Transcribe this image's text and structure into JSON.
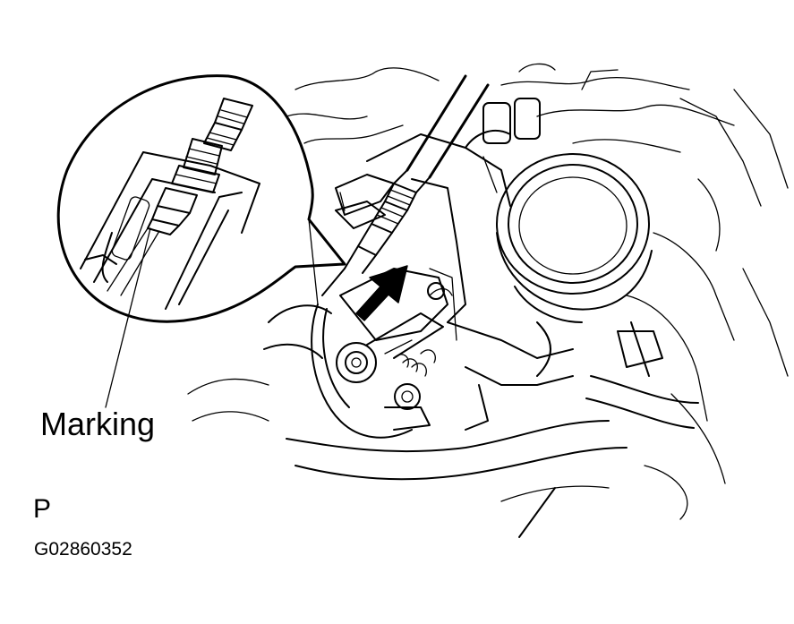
{
  "figure": {
    "callout_label": "Marking",
    "view_code": "P",
    "figure_id": "G02860352"
  }
}
